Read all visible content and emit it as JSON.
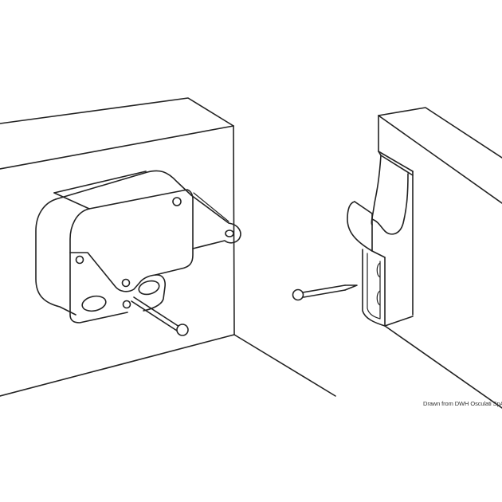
{
  "figure": {
    "description": "Technical line drawing of a cabinet door catch: spring latch mounted on left wall block, strike hook mounted on right door edge, with fixing nails",
    "components": [
      {
        "name": "latch-body",
        "label": "Catch latch"
      },
      {
        "name": "strike-hook",
        "label": "Strike plate"
      },
      {
        "name": "nail",
        "label": "Fixing nail"
      }
    ]
  },
  "credit": {
    "text": "Drawn from DWH Osculati SpA"
  },
  "colors": {
    "line": "#222222",
    "background": "#ffffff"
  }
}
